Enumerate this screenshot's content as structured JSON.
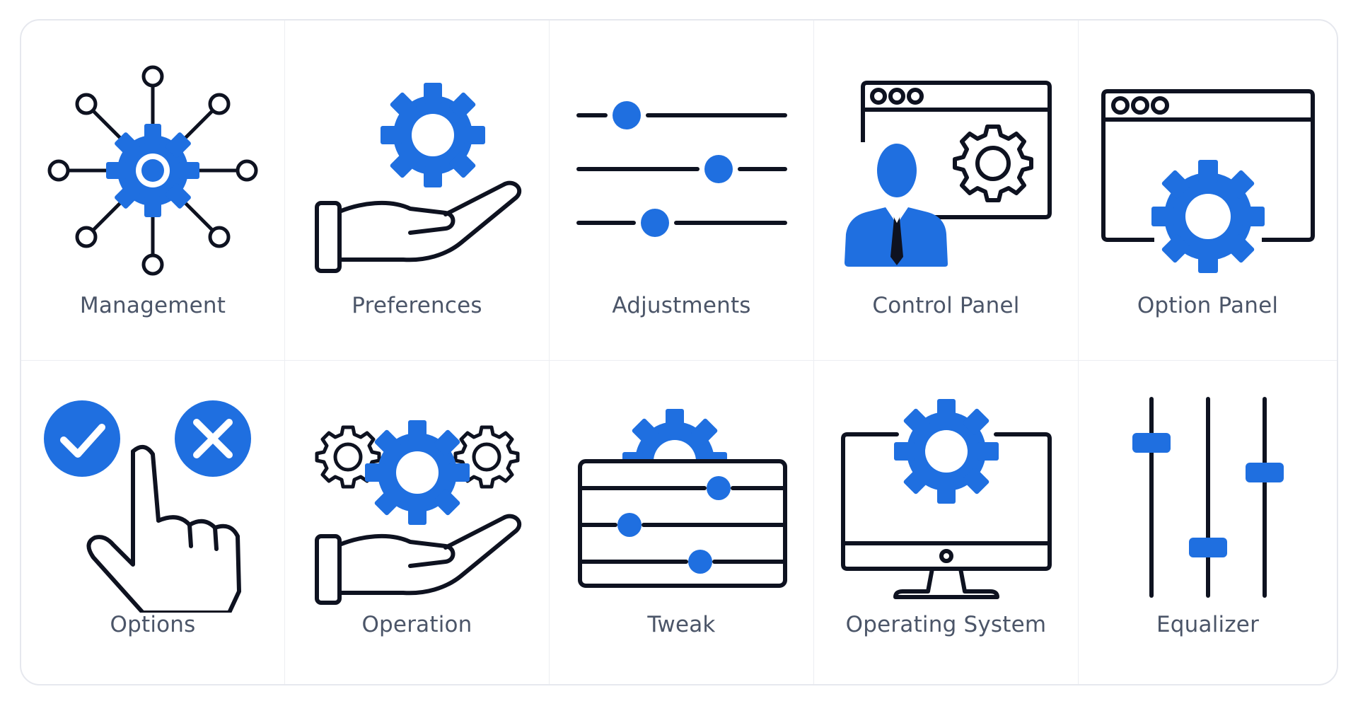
{
  "colors": {
    "accent": "#1f6fe0",
    "stroke": "#0e1220",
    "label": "#4b5568",
    "border": "#e6e8ee"
  },
  "items": [
    {
      "label": "Management",
      "icon": "management-gear-network-icon"
    },
    {
      "label": "Preferences",
      "icon": "hand-gear-icon"
    },
    {
      "label": "Adjustments",
      "icon": "sliders-icon"
    },
    {
      "label": "Control Panel",
      "icon": "browser-person-gear-icon"
    },
    {
      "label": "Option Panel",
      "icon": "browser-gear-icon"
    },
    {
      "label": "Options",
      "icon": "hand-check-cross-icon"
    },
    {
      "label": "Operation",
      "icon": "hand-three-gears-icon"
    },
    {
      "label": "Tweak",
      "icon": "panel-sliders-gear-icon"
    },
    {
      "label": "Operating System",
      "icon": "monitor-gear-icon"
    },
    {
      "label": "Equalizer",
      "icon": "equalizer-icon"
    }
  ]
}
